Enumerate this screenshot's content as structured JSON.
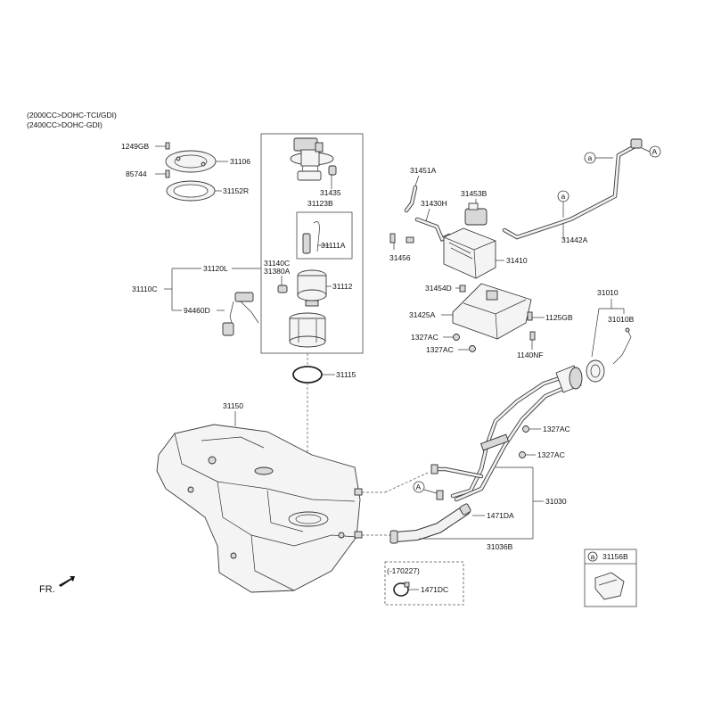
{
  "header": {
    "variant_1": "(2000CC>DOHC-TCI/GDI)",
    "variant_2": "(2400CC>DOHC-GDI)"
  },
  "callouts": {
    "p1249GB": "1249GB",
    "p85744": "85744",
    "p31106": "31106",
    "p31152R": "31152R",
    "p31435": "31435",
    "p31123B": "31123B",
    "p31111A": "31111A",
    "p31120L": "31120L",
    "p31110C": "31110C",
    "p94460D": "94460D",
    "p31140C": "31140C",
    "p31380A": "31380A",
    "p31112": "31112",
    "p31115": "31115",
    "p31451A": "31451A",
    "p31430H": "31430H",
    "p31453B": "31453B",
    "p31442A": "31442A",
    "p31456": "31456",
    "p31410": "31410",
    "p31454D": "31454D",
    "p31425A": "31425A",
    "p1125GB": "1125GB",
    "p1327AC_1": "1327AC",
    "p1327AC_2": "1327AC",
    "p1140NF": "1140NF",
    "p31010": "31010",
    "p31010B": "31010B",
    "p1327AC_3": "1327AC",
    "p1327AC_4": "1327AC",
    "p31150": "31150",
    "p31030": "31030",
    "p1471DA": "1471DA",
    "p31036B": "31036B",
    "p170227": "(-170227)",
    "p1471DC": "1471DC",
    "p31156B": "31156B"
  },
  "markers": {
    "a": "a",
    "A": "A"
  },
  "front_label": "FR."
}
